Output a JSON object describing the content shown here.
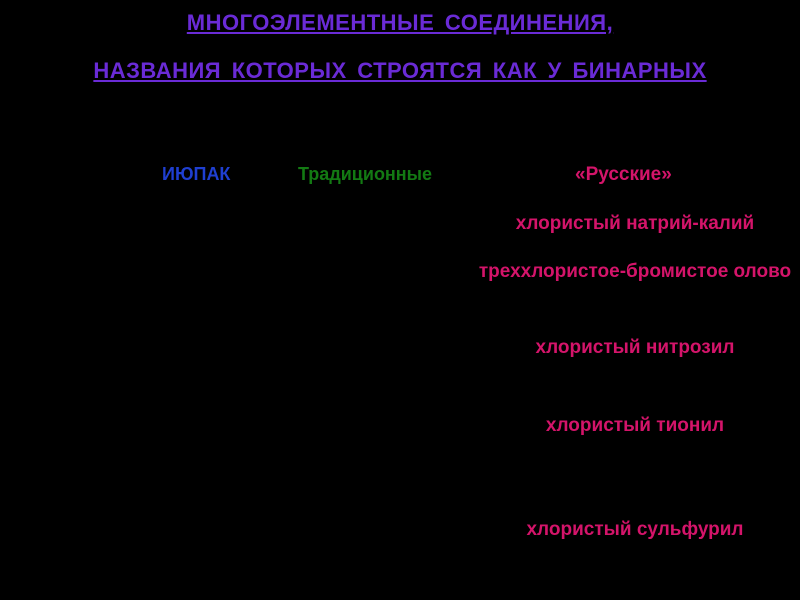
{
  "title": {
    "line1": "МНОГОЭЛЕМЕНТНЫЕ СОЕДИНЕНИЯ,",
    "line2": "НАЗВАНИЯ КОТОРЫХ СТРОЯТСЯ КАК У БИНАРНЫХ"
  },
  "columns": {
    "iupac": "ИЮПАК",
    "traditional": "Традиционные",
    "russian": "«Русские»"
  },
  "russian_names": [
    "хлористый натрий-калий",
    "треххлористое-бромистое олово",
    "хлористый нитрозил",
    "хлористый тионил",
    "хлористый сульфурил"
  ],
  "colors": {
    "background": "#000000",
    "title": "#6a2bd6",
    "iupac": "#1f3fd1",
    "traditional": "#137a13",
    "russian": "#d4146a"
  }
}
